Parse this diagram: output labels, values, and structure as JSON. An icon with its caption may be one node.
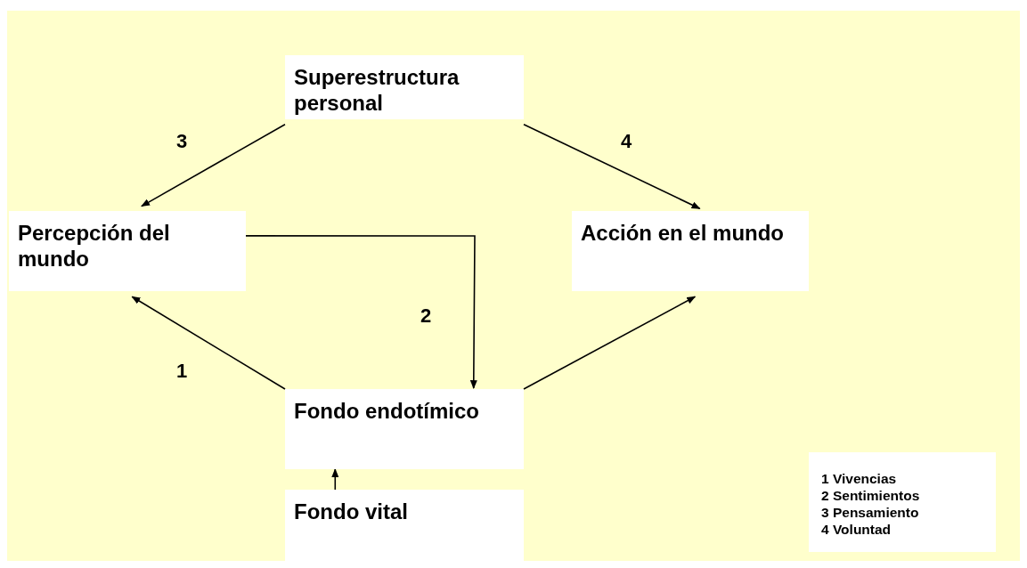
{
  "diagram": {
    "nodes": [
      {
        "text": [
          "Superestructura personal"
        ]
      },
      {
        "text": [
          "Percepción del mundo"
        ]
      },
      {
        "text": [
          "Acción en el mundo"
        ]
      },
      {
        "text": [
          "Fondo endotímico"
        ]
      },
      {
        "text": [
          "Fondo vital"
        ]
      }
    ],
    "edges": [
      {
        "from": 0,
        "to": 1,
        "arrow": "to",
        "label": "3"
      },
      {
        "from": 0,
        "to": 2,
        "arrow": "to",
        "label": "4"
      },
      {
        "from": 3,
        "to": 1,
        "arrow": "to",
        "label": "1"
      },
      {
        "from": 1,
        "to": 3,
        "arrow": "to",
        "label": "2"
      },
      {
        "from": 3,
        "to": 2,
        "arrow": "to"
      },
      {
        "from": 4,
        "to": 3,
        "arrow": "to"
      }
    ],
    "labels": [
      "1 Vivencias",
      "2 Sentimientos",
      "3 Pensamiento",
      "4 Voluntad"
    ]
  }
}
